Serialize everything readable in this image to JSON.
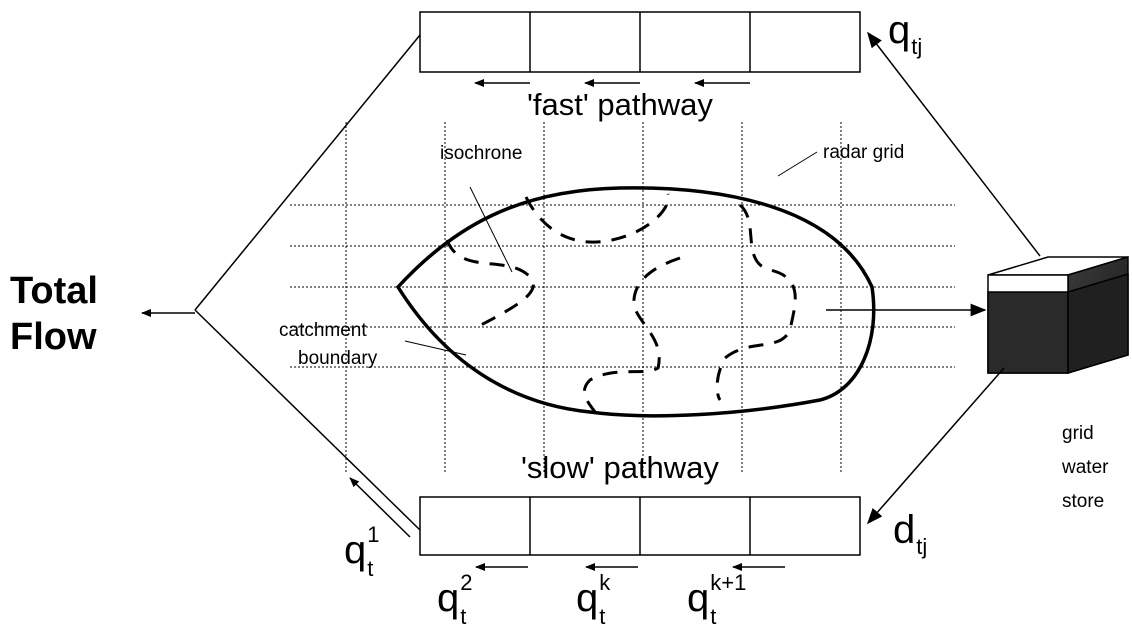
{
  "labels": {
    "total_flow_line1": "Total",
    "total_flow_line2": "Flow",
    "fast_pathway": "'fast' pathway",
    "slow_pathway": "'slow' pathway",
    "isochrone": "isochrone",
    "radar_grid": "radar grid",
    "catchment_line1": "catchment",
    "catchment_line2": "boundary",
    "store_line1": "grid",
    "store_line2": "water",
    "store_line3": "store"
  },
  "symbols": {
    "q_tj": {
      "base": "q",
      "sub": "tj"
    },
    "d_tj": {
      "base": "d",
      "sub": "tj"
    },
    "q_t1": {
      "base": "q",
      "sub": "t",
      "sup": "1"
    },
    "q_t2": {
      "base": "q",
      "sub": "t",
      "sup": "2"
    },
    "q_tk": {
      "base": "q",
      "sub": "t",
      "sup": "k"
    },
    "q_tk1": {
      "base": "q",
      "sub": "t",
      "sup": "k+1"
    }
  }
}
